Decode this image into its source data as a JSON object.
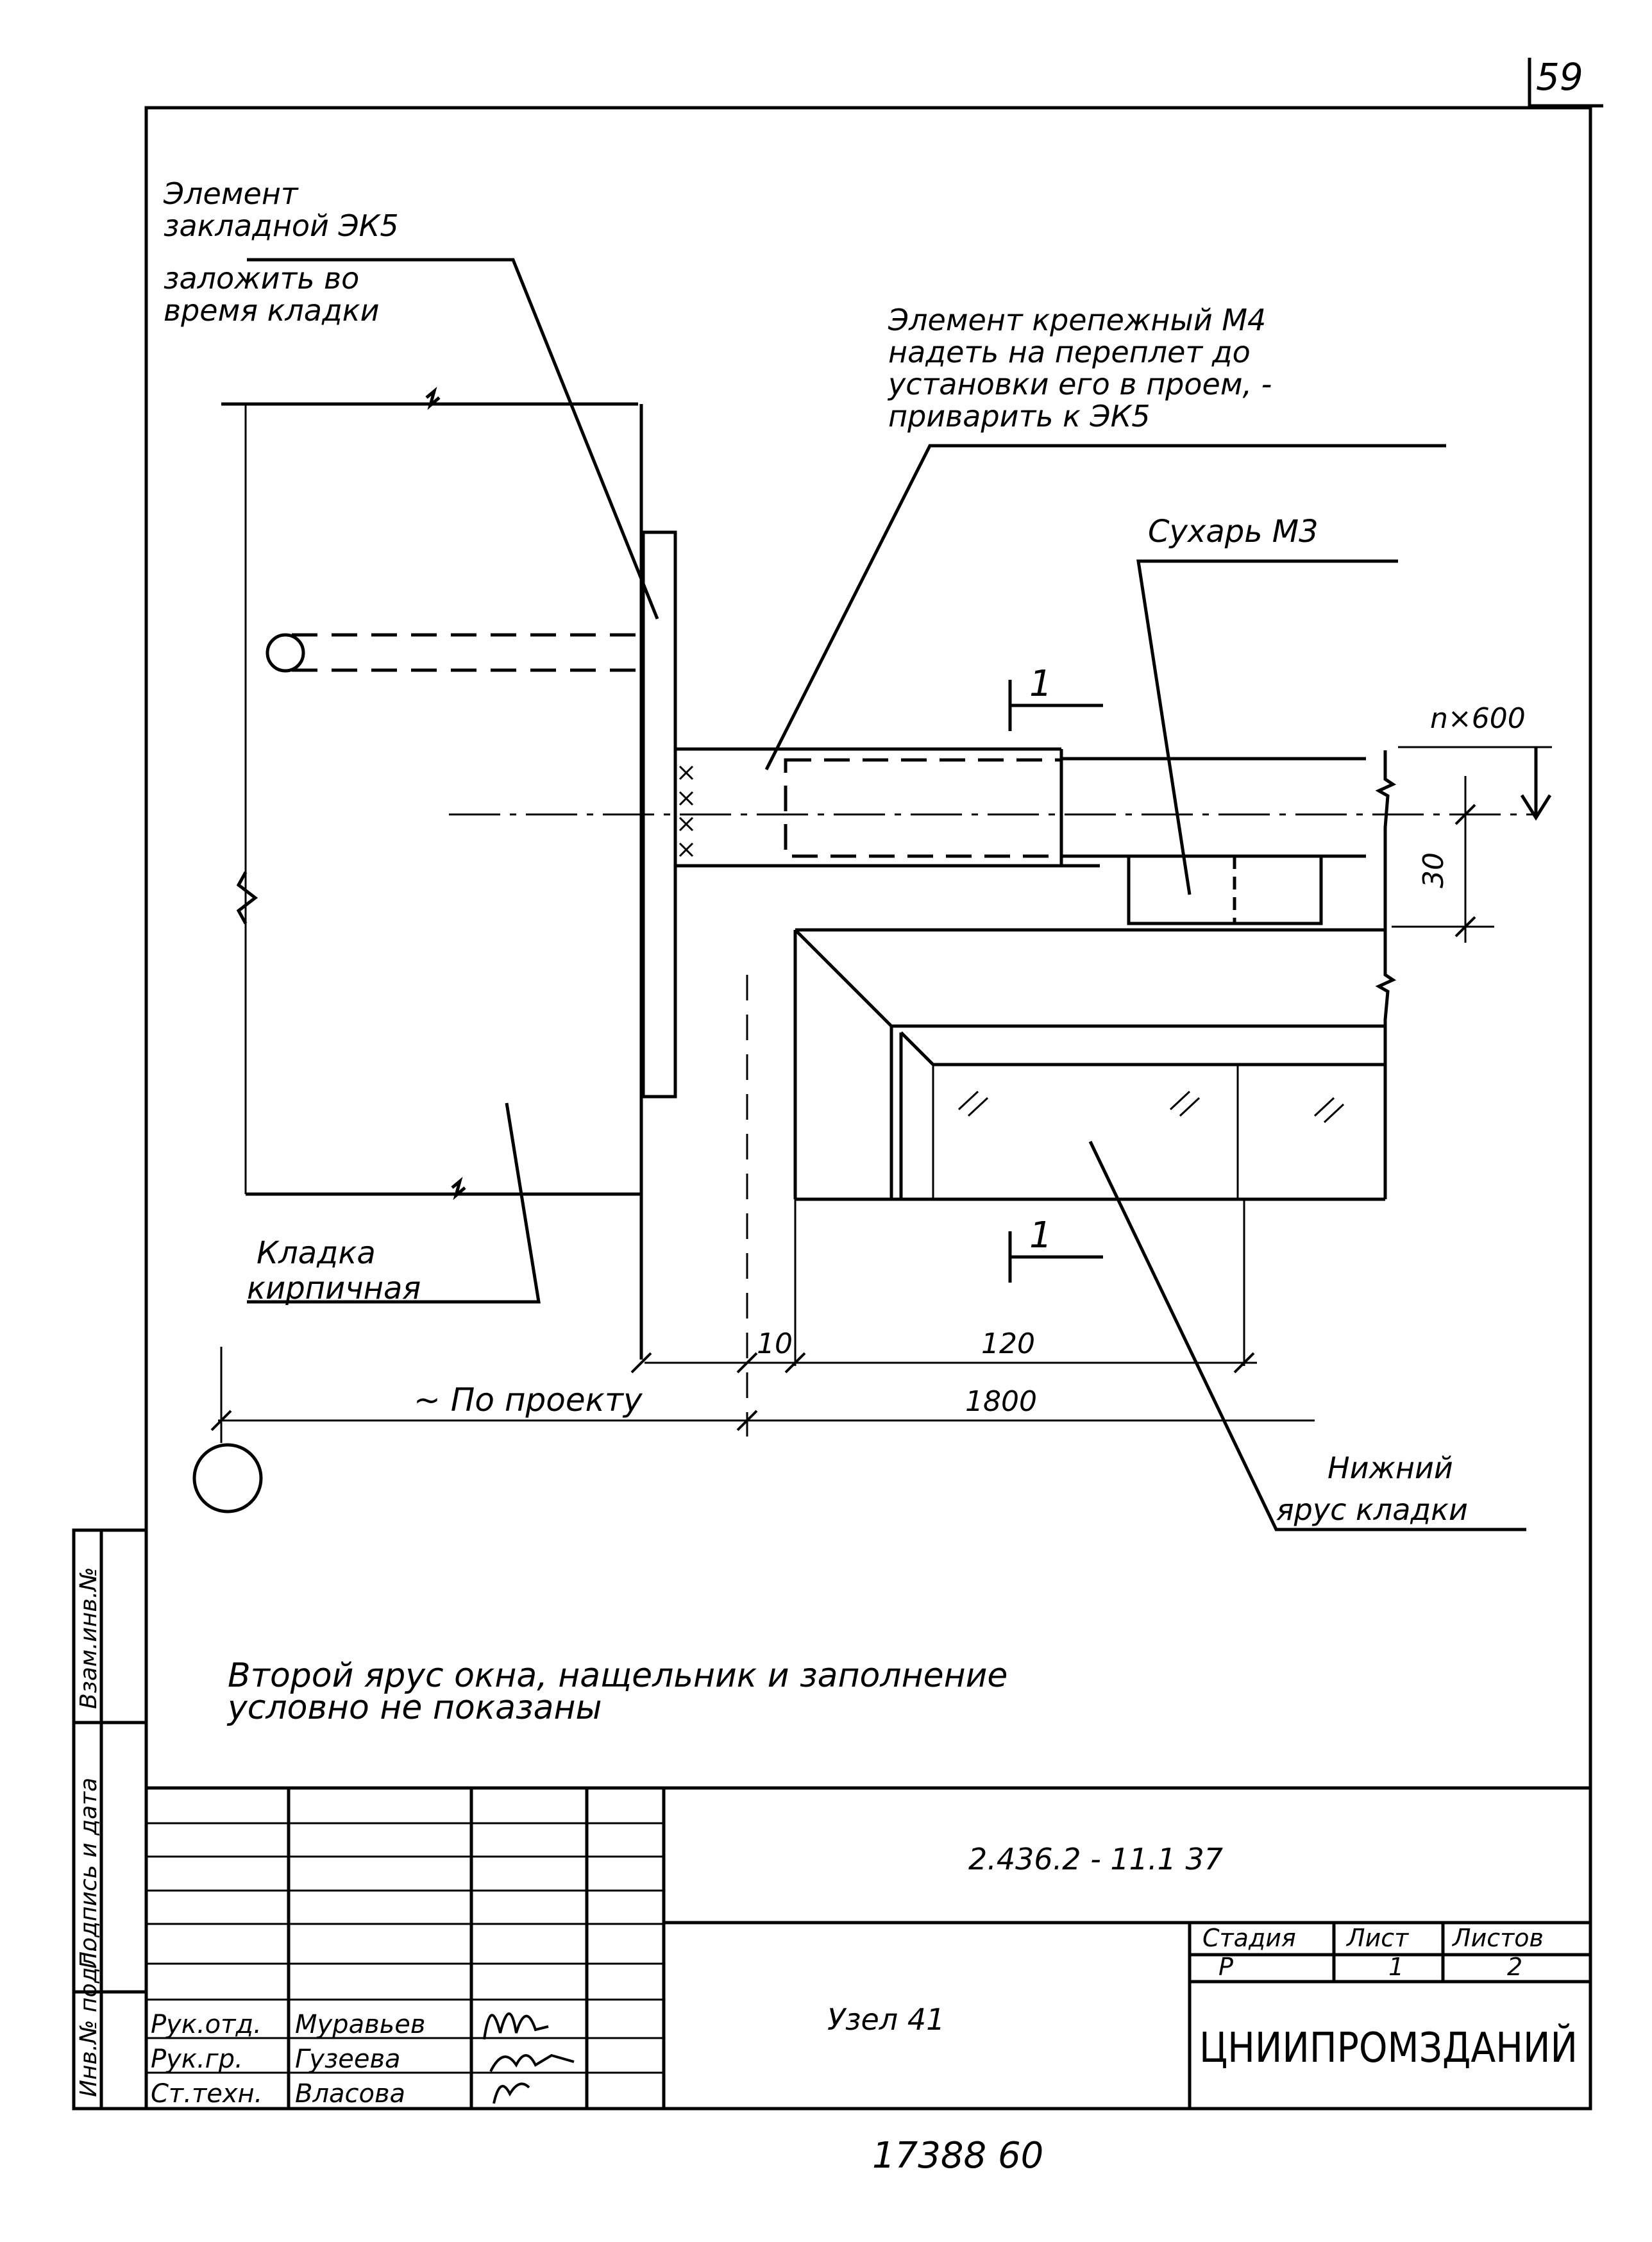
{
  "sheet_number_top": "59",
  "callouts": {
    "embedded_element": [
      "Элемент",
      "закладной ЭК5",
      "заложить во",
      "время кладки"
    ],
    "fastening_element": [
      "Элемент крепежный М4",
      "надеть на переплет до",
      "установки его в проем, -",
      "приварить к ЭК5"
    ],
    "block": "Сухарь М3",
    "brickwork": [
      "Кладка",
      "кирпичная"
    ],
    "lower_tier": [
      "Нижний",
      "ярус кладки"
    ]
  },
  "dimensions": {
    "n600": "n×600",
    "d30": "30",
    "d10": "10",
    "d120": "120",
    "d1800": "1800",
    "per_project": "~ По проекту"
  },
  "section_mark": "1",
  "note": [
    "Второй ярус окна, нащельник и заполнение",
    "условно не показаны"
  ],
  "side_stamp": [
    "Инв.№ подл.",
    "Подпись и дата",
    "Взам.инв.№"
  ],
  "title_block": {
    "doc_code": "2.436.2 - 11.1 37",
    "title": "Узел 41",
    "stage_header": "Стадия",
    "sheet_header": "Лист",
    "sheets_header": "Листов",
    "stage_value": "Р",
    "sheet_value": "1",
    "sheets_value": "2",
    "organization": "ЦНИИПРОМЗДАНИЙ",
    "people": [
      {
        "role": "Рук.отд.",
        "name": "Муравьев"
      },
      {
        "role": "Рук.гр.",
        "name": "Гузеева"
      },
      {
        "role": "Ст.техн.",
        "name": "Власова"
      }
    ]
  },
  "bottom_number": "17388 60"
}
